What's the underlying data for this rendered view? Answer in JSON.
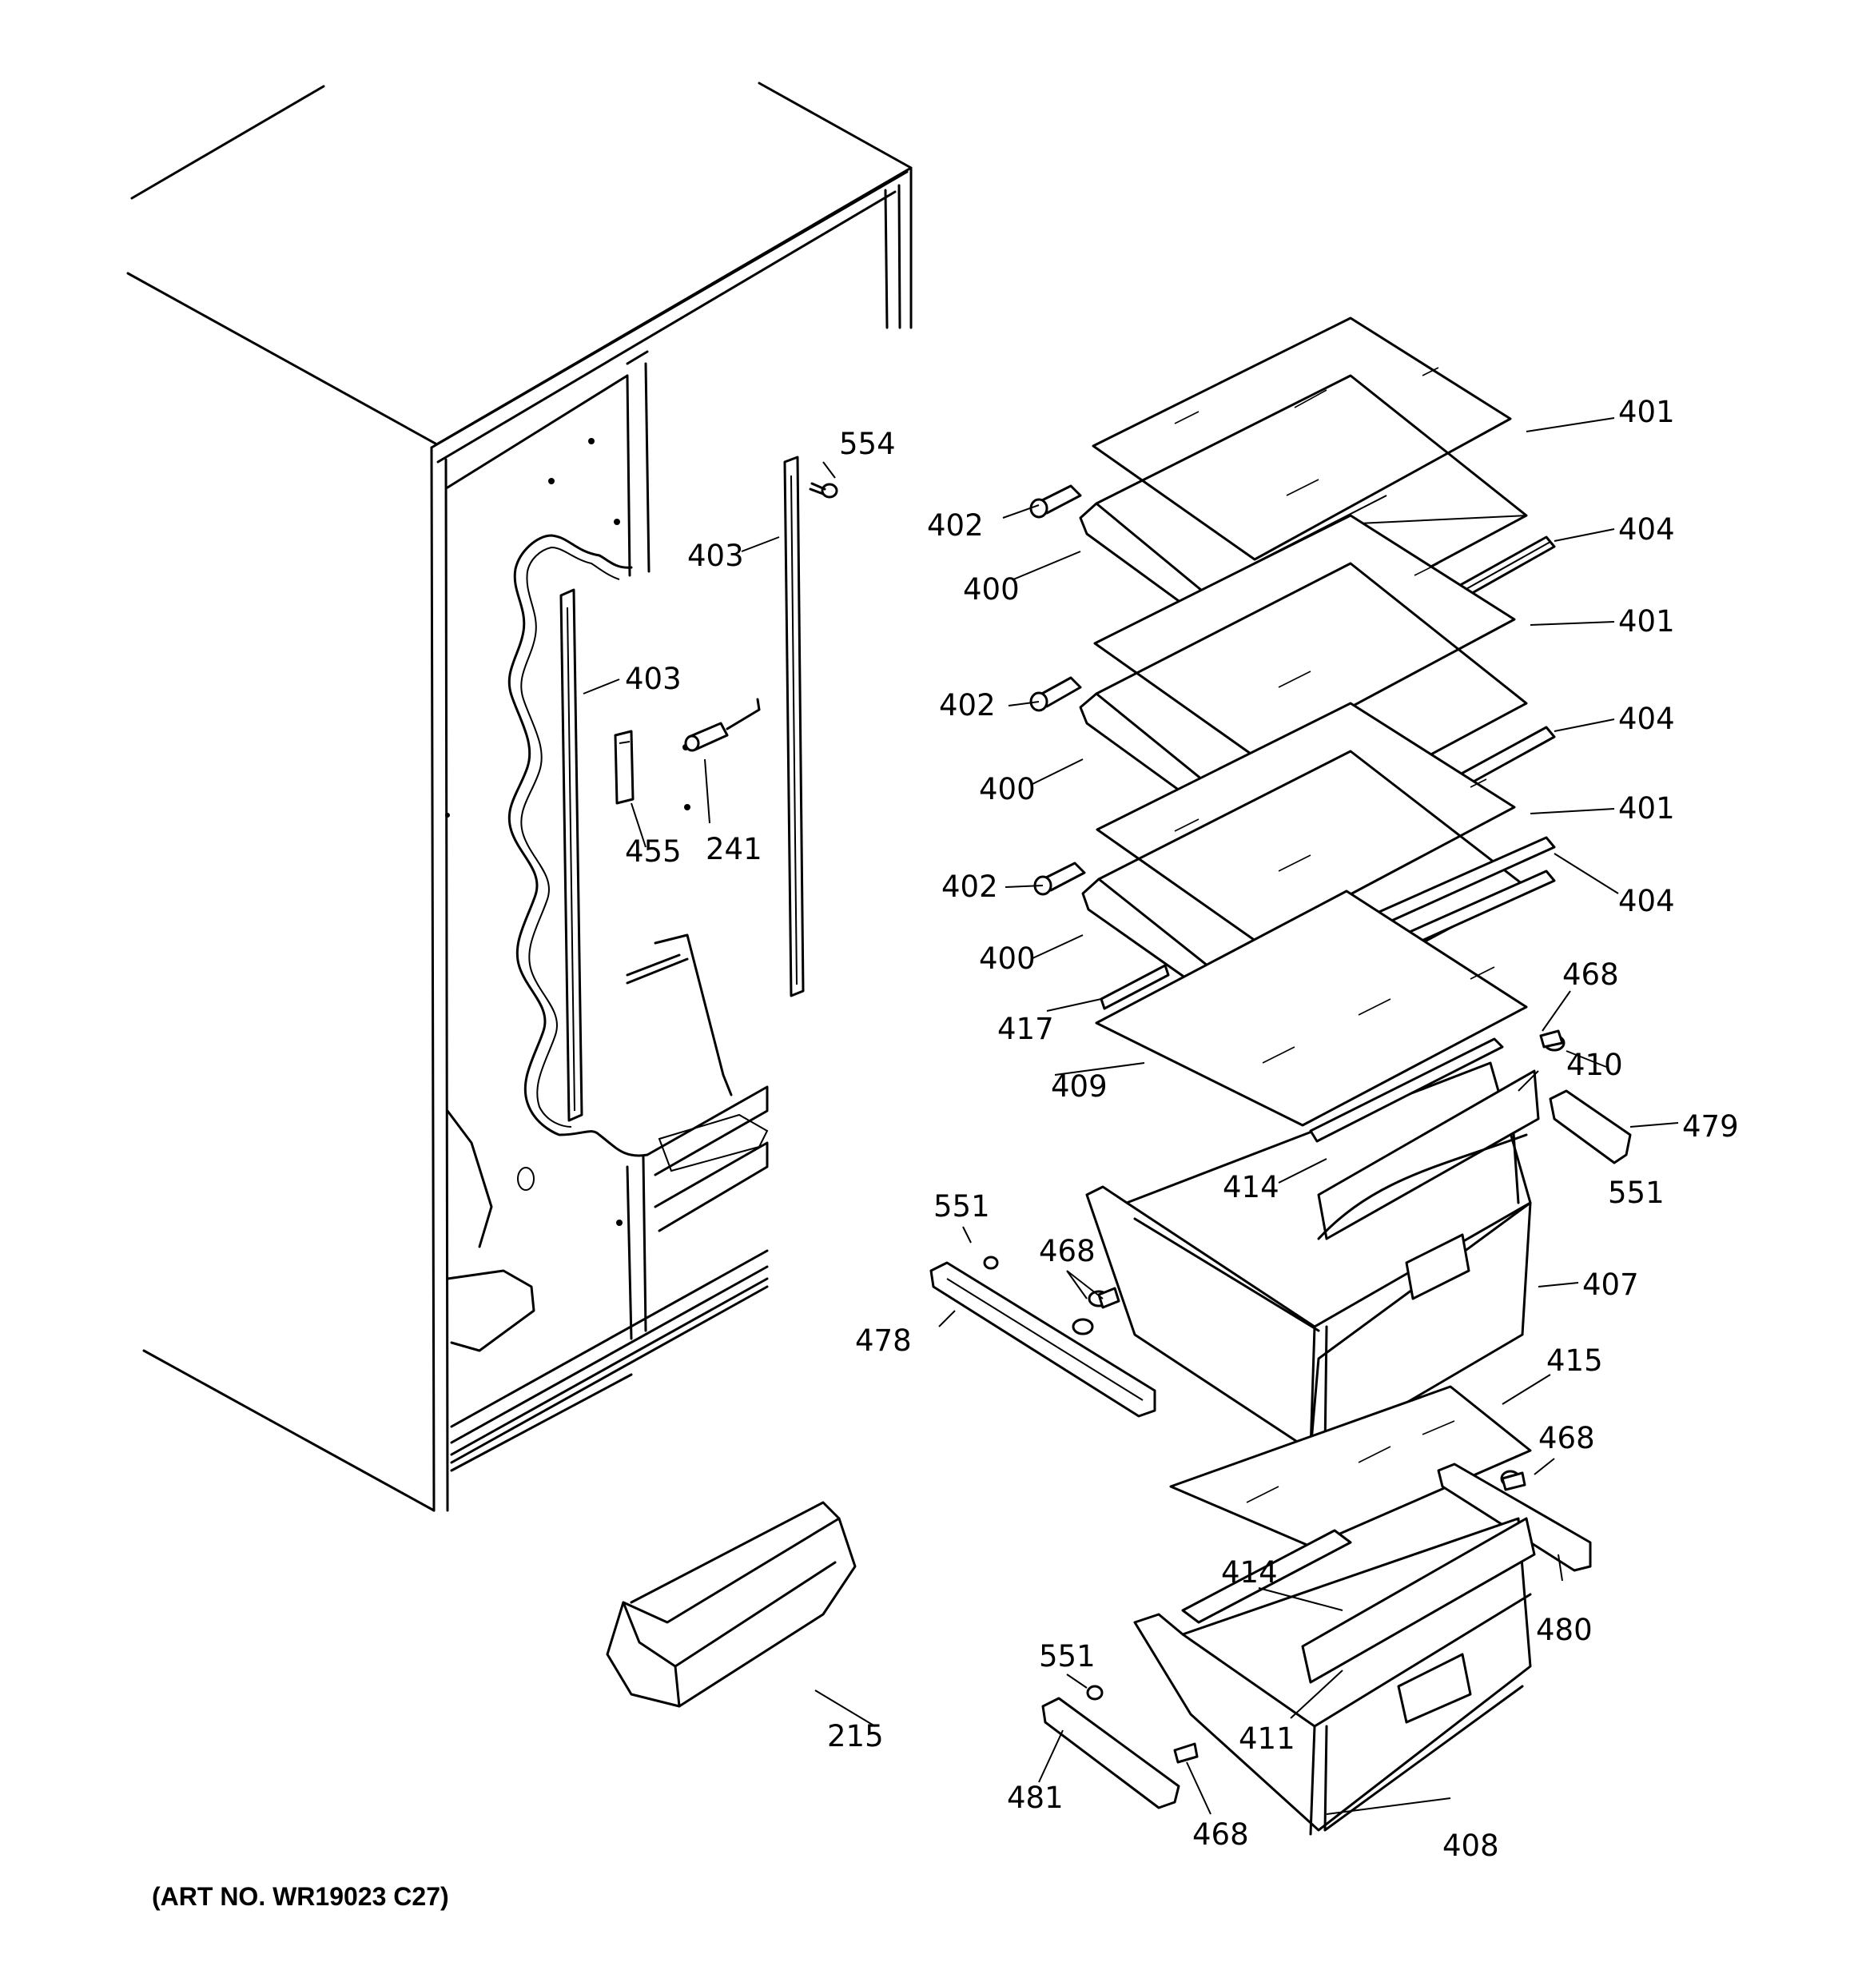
{
  "diagram": {
    "art_number": "(ART NO. WR19023 C27)",
    "callouts": {
      "p554": "554",
      "p403a": "403",
      "p403b": "403",
      "p241": "241",
      "p455": "455",
      "p401a": "401",
      "p402a": "402",
      "p404a": "404",
      "p400a": "400",
      "p401b": "401",
      "p402b": "402",
      "p404b": "404",
      "p400b": "400",
      "p401c": "401",
      "p402c": "402",
      "p404c": "404",
      "p400c": "400",
      "p468a": "468",
      "p417": "417",
      "p410": "410",
      "p409": "409",
      "p479": "479",
      "p414a": "414",
      "p551a": "551",
      "p551b": "551",
      "p468b": "468",
      "p407": "407",
      "p478": "478",
      "p415": "415",
      "p468c": "468",
      "p414b": "414",
      "p480": "480",
      "p551c": "551",
      "p411": "411",
      "p215": "215",
      "p481": "481",
      "p468d": "468",
      "p408": "408"
    }
  }
}
